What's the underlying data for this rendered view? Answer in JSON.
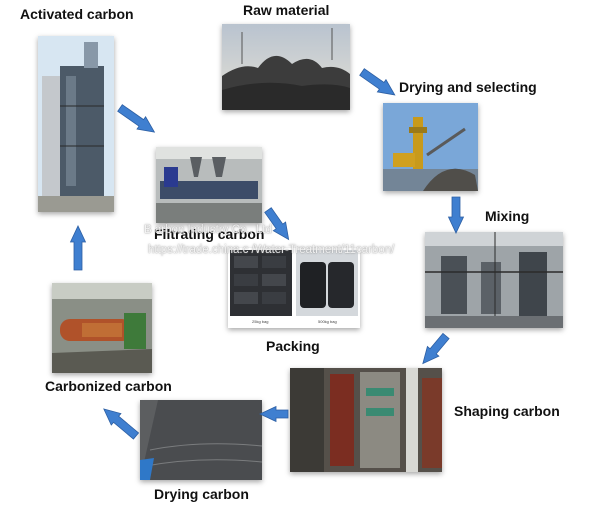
{
  "steps": {
    "raw_material": "Raw material",
    "drying_selecting": "Drying and selecting",
    "mixing": "Mixing",
    "shaping_carbon": "Shaping carbon",
    "drying_carbon": "Drying carbon",
    "carbonized_carbon": "Carbonized carbon",
    "activated_carbon": "Activated carbon",
    "filtrating_carbon": "Filtrating carbon",
    "packing": "Packing"
  },
  "watermark": {
    "line1": "B                 arbon Industry Co., Ltd",
    "line2": "https://trade.china.c   /Water-Treatment/11carbon/"
  },
  "packing_captions": [
    "25kg bag",
    "500kg bag"
  ],
  "colors": {
    "arrow": "#3f7fd0",
    "arrow_stroke": "#2d5fa3"
  }
}
